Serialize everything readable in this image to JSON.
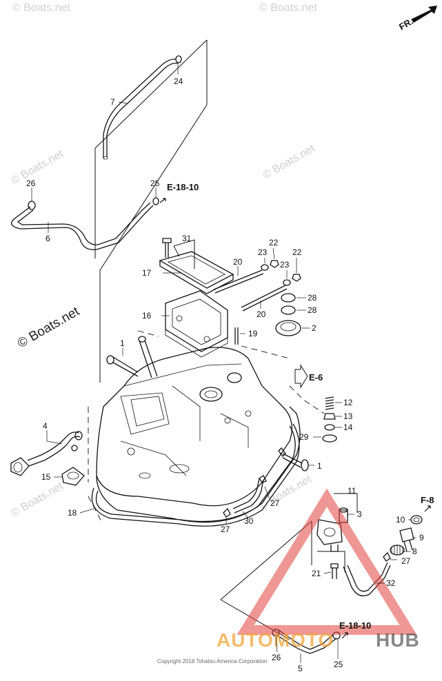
{
  "watermarks": {
    "tl": "© Boats.net",
    "tr": "© Boats.net",
    "ml": "© Boats.net",
    "mr": "© Boats.net",
    "big": "© Boats.net",
    "ll": "© Boats.net",
    "lr": "© Boats.net"
  },
  "direction_label": "FR.",
  "refs": {
    "e1810_top": "E-18-10",
    "e6": "E-6",
    "f8": "F-8",
    "e1810_bottom": "E-18-10"
  },
  "callouts": {
    "c24": "24",
    "c7": "7",
    "c26a": "26",
    "c25a": "25",
    "c6": "6",
    "c31": "31",
    "c17": "17",
    "c20a": "20",
    "c22a": "22",
    "c23a": "23",
    "c22b": "22",
    "c23b": "23",
    "c28a": "28",
    "c28b": "28",
    "c20b": "20",
    "c16": "16",
    "c2": "2",
    "c19": "19",
    "c1a": "1",
    "c12": "12",
    "c13": "13",
    "c14": "14",
    "c29": "29",
    "c4": "4",
    "c1b": "1",
    "c15": "15",
    "c11": "11",
    "c3": "3",
    "c27a": "27",
    "c18": "18",
    "c30": "30",
    "c27b": "27",
    "c10": "10",
    "c9": "9",
    "c8": "8",
    "c27c": "27",
    "c21": "21",
    "c32": "32",
    "c26b": "26",
    "c5": "5",
    "c25b": "25"
  },
  "copyright": "Copyright 2018 Tohatsu America Corporation",
  "logo": {
    "part1": "AUTOMOTO",
    "part2": "HUB"
  }
}
